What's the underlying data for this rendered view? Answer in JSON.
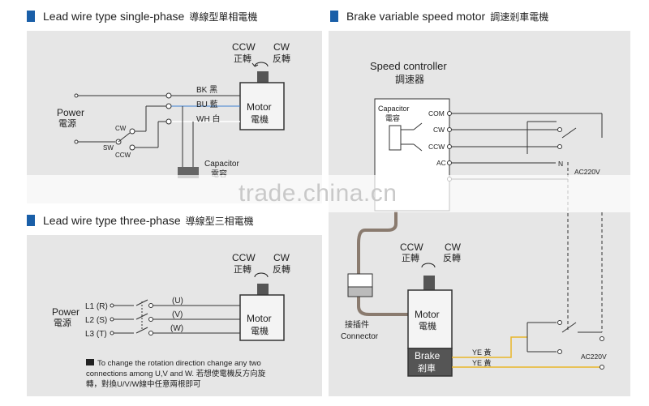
{
  "panel1": {
    "title_en": "Lead wire type single-phase",
    "title_cn": "導線型單相電機",
    "ccw_en": "CCW",
    "ccw_cn": "正轉",
    "cw_en": "CW",
    "cw_cn": "反轉",
    "power_en": "Power",
    "power_cn": "電源",
    "bk": "BK 黑",
    "bu": "BU 藍",
    "wh": "WH 白",
    "motor_en": "Motor",
    "motor_cn": "電機",
    "sw": "SW",
    "cw_small": "CW",
    "ccw_small": "CCW",
    "capacitor_en": "Capacitor",
    "capacitor_cn": "電容"
  },
  "panel2": {
    "title_en": "Lead wire type three-phase",
    "title_cn": "導線型三相電機",
    "ccw_en": "CCW",
    "ccw_cn": "正轉",
    "cw_en": "CW",
    "cw_cn": "反轉",
    "power_en": "Power",
    "power_cn": "電源",
    "l1": "L1 (R)",
    "l2": "L2 (S)",
    "l3": "L3 (T)",
    "u": "(U)",
    "v": "(V)",
    "w": "(W)",
    "motor_en": "Motor",
    "motor_cn": "電機",
    "note_line1": "To change the rotation direction change any two",
    "note_line2": "connections among U,V and W. 若想使電機反方向旋",
    "note_line3": "轉，對換U/V/W線中任意兩根即可"
  },
  "panel3": {
    "title_en": "Brake variable speed motor",
    "title_cn": "調速剎車電機",
    "controller_en": "Speed controller",
    "controller_cn": "調速器",
    "capacitor_en": "Capacitor",
    "capacitor_cn": "電容",
    "com": "COM",
    "cw_t": "CW",
    "ccw_t": "CCW",
    "ac": "AC",
    "n": "N",
    "ac220_top": "AC220V",
    "ccw_en": "CCW",
    "ccw_cn": "正轉",
    "cw_en": "CW",
    "cw_cn": "反轉",
    "motor_en": "Motor",
    "motor_cn": "電機",
    "brake_en": "Brake",
    "brake_cn": "剎車",
    "connector_cn": "接插件",
    "connector_en": "Connector",
    "ye1": "YE 黃",
    "ye2": "YE 黃",
    "ac220_bottom": "AC220V"
  },
  "watermark": "trade.china.cn"
}
